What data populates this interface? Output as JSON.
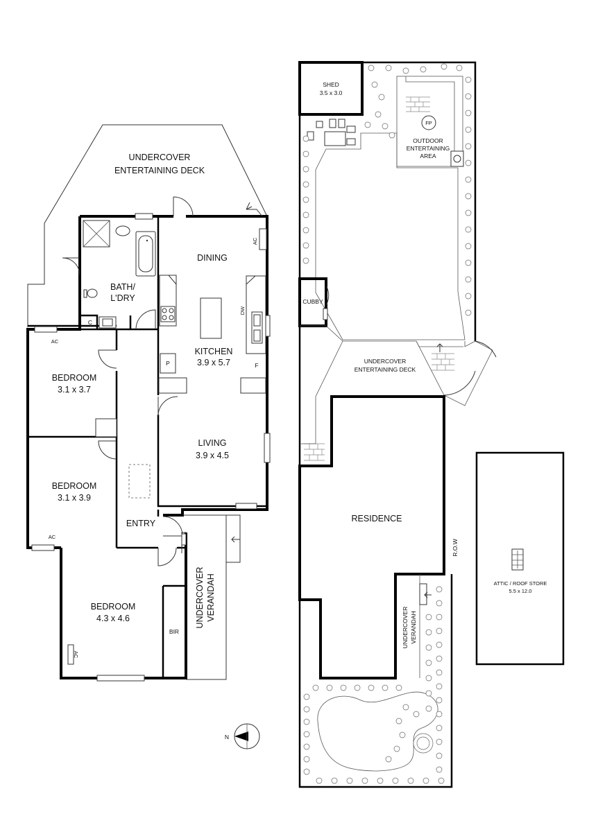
{
  "floor_plan": {
    "rooms": {
      "deck_line1": "UNDERCOVER",
      "deck_line2": "ENTERTAINING DECK",
      "dining": "DINING",
      "bath_line1": "BATH/",
      "bath_line2": "L'DRY",
      "kitchen": "KITCHEN",
      "kitchen_size": "3.9 x 5.7",
      "bedroom1": "BEDROOM",
      "bedroom1_size": "3.1 x 3.7",
      "living": "LIVING",
      "living_size": "3.9 x 4.5",
      "bedroom2": "BEDROOM",
      "bedroom2_size": "3.1 x 3.9",
      "entry": "ENTRY",
      "bedroom3": "BEDROOM",
      "bedroom3_size": "4.3 x 4.6",
      "verandah_line1": "UNDERCOVER",
      "verandah_line2": "VERANDAH",
      "bir": "BIR"
    },
    "fixtures": {
      "ac_dining": "AC",
      "ac_bed1": "AC",
      "ac_bed2": "AC",
      "ac_bed3": "AC",
      "cupboard": "C",
      "pantry": "P",
      "dishwasher": "DW",
      "fridge": "F"
    },
    "compass_label": "N"
  },
  "site_plan": {
    "shed": "SHED",
    "shed_size": "3.5 x 3.0",
    "fireplace": "FP",
    "outdoor_line1": "OUTDOOR",
    "outdoor_line2": "ENTERTAINING",
    "outdoor_line3": "AREA",
    "cubby": "CUBBY",
    "deck_line1": "UNDERCOVER",
    "deck_line2": "ENTERTAINING DECK",
    "residence": "RESIDENCE",
    "row": "R.O.W",
    "verandah_line1": "UNDERCOVER",
    "verandah_line2": "VERANDAH"
  },
  "attic": {
    "label": "ATTIC / ROOF STORE",
    "size": "5.5 x 12.0"
  }
}
